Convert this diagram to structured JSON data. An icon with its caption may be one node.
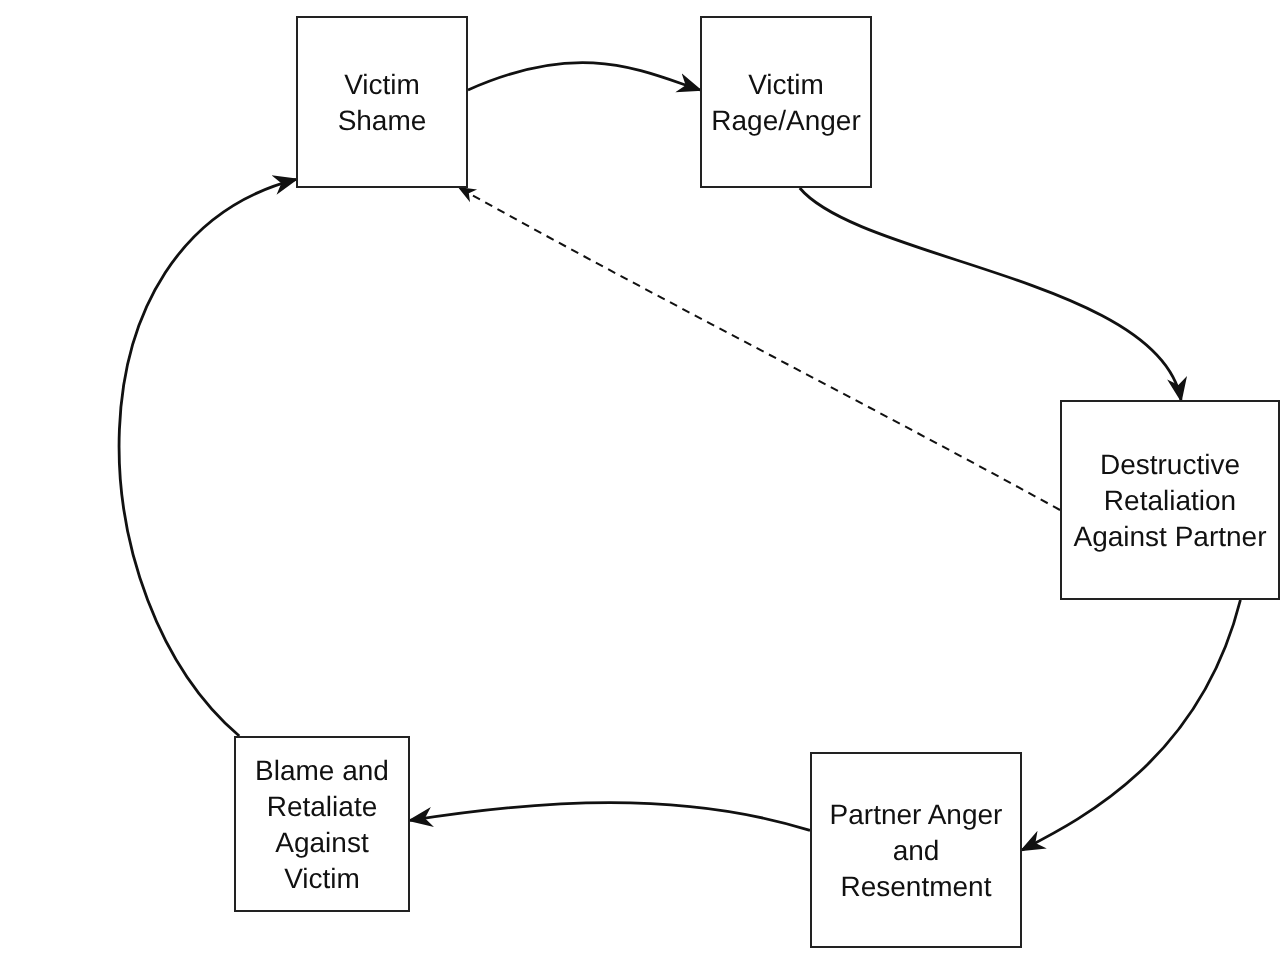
{
  "diagram": {
    "nodes": [
      {
        "text": [
          "Victim Shame"
        ]
      },
      {
        "text": [
          "Victim Rage/Anger"
        ]
      },
      {
        "text": [
          "Destructive Retaliation Against Partner"
        ]
      },
      {
        "text": [
          "Partner Anger and Resentment"
        ]
      },
      {
        "text": [
          "Blame and Retaliate Against Victim"
        ]
      }
    ],
    "edges": [
      {
        "from": 0,
        "to": 1,
        "arrow": "to"
      },
      {
        "from": 1,
        "to": 2,
        "arrow": "to"
      },
      {
        "from": 2,
        "to": 3,
        "arrow": "to"
      },
      {
        "from": 3,
        "to": 4,
        "arrow": "to"
      },
      {
        "from": 4,
        "to": 0,
        "arrow": "to"
      },
      {
        "from": 2,
        "to": 0,
        "arrow": "to",
        "style": "dashed"
      }
    ]
  }
}
